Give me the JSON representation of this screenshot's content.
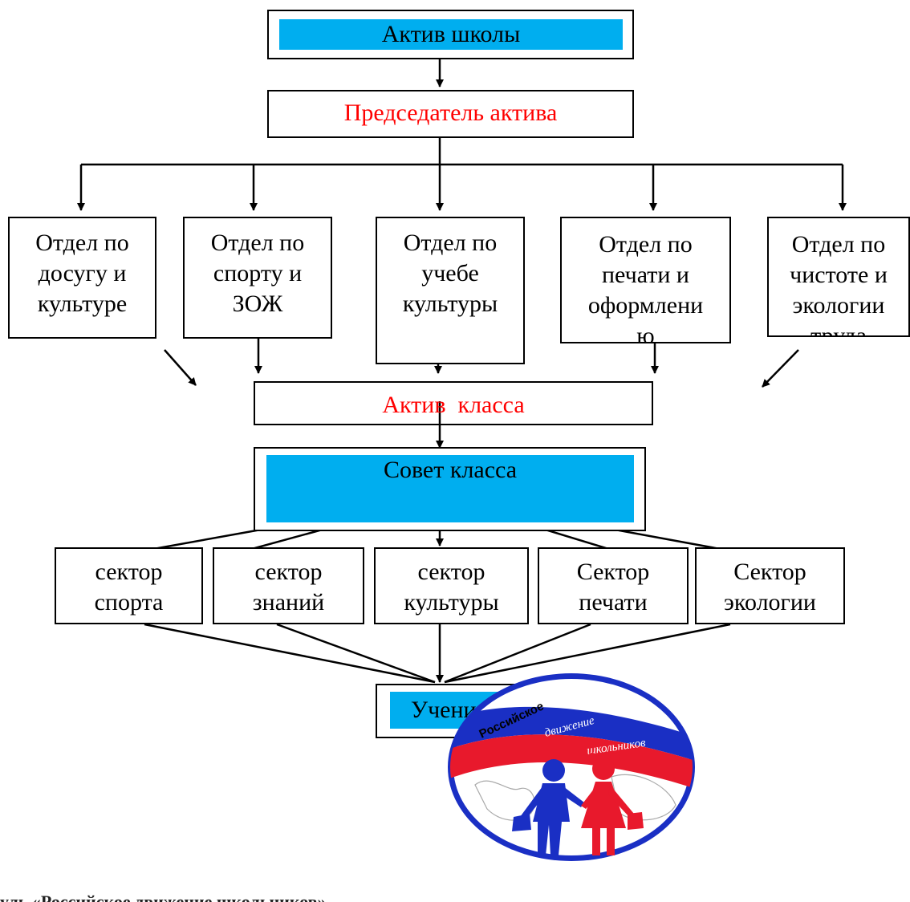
{
  "nodes": {
    "school_asset": "Актив школы",
    "chairman": "Председатель актива",
    "class_asset": "Актив  класса",
    "class_council": "Совет класса",
    "student": "Ученик"
  },
  "departments": [
    {
      "l1": "Отдел по",
      "l2": "досугу и",
      "l3": "культуре",
      "l4": ""
    },
    {
      "l1": "Отдел по",
      "l2": "спорту и",
      "l3": "ЗОЖ",
      "l4": ""
    },
    {
      "l1": "Отдел по",
      "l2": "учебе",
      "l3": "культуры",
      "l4": ""
    },
    {
      "l1": "Отдел по",
      "l2": "печати и",
      "l3": "оформлени",
      "l4": "ю"
    },
    {
      "l1": "Отдел по",
      "l2": "чистоте и",
      "l3": "экологии",
      "l4": "труда"
    }
  ],
  "sectors": [
    {
      "l1": "сектор",
      "l2": "спорта"
    },
    {
      "l1": "сектор",
      "l2": "знаний"
    },
    {
      "l1": "сектор",
      "l2": "культуры"
    },
    {
      "l1": "Сектор",
      "l2": "печати"
    },
    {
      "l1": "Сектор",
      "l2": "экологии"
    }
  ],
  "logo": {
    "line1": "Российское",
    "line2": "движение",
    "line3": "школьников"
  },
  "footer": "уль «Российское движение школьников»",
  "colors": {
    "accent": "#00aeef",
    "highlight_text": "#ff0000",
    "logo_blue": "#1a2fc4",
    "logo_red": "#e8192c"
  }
}
